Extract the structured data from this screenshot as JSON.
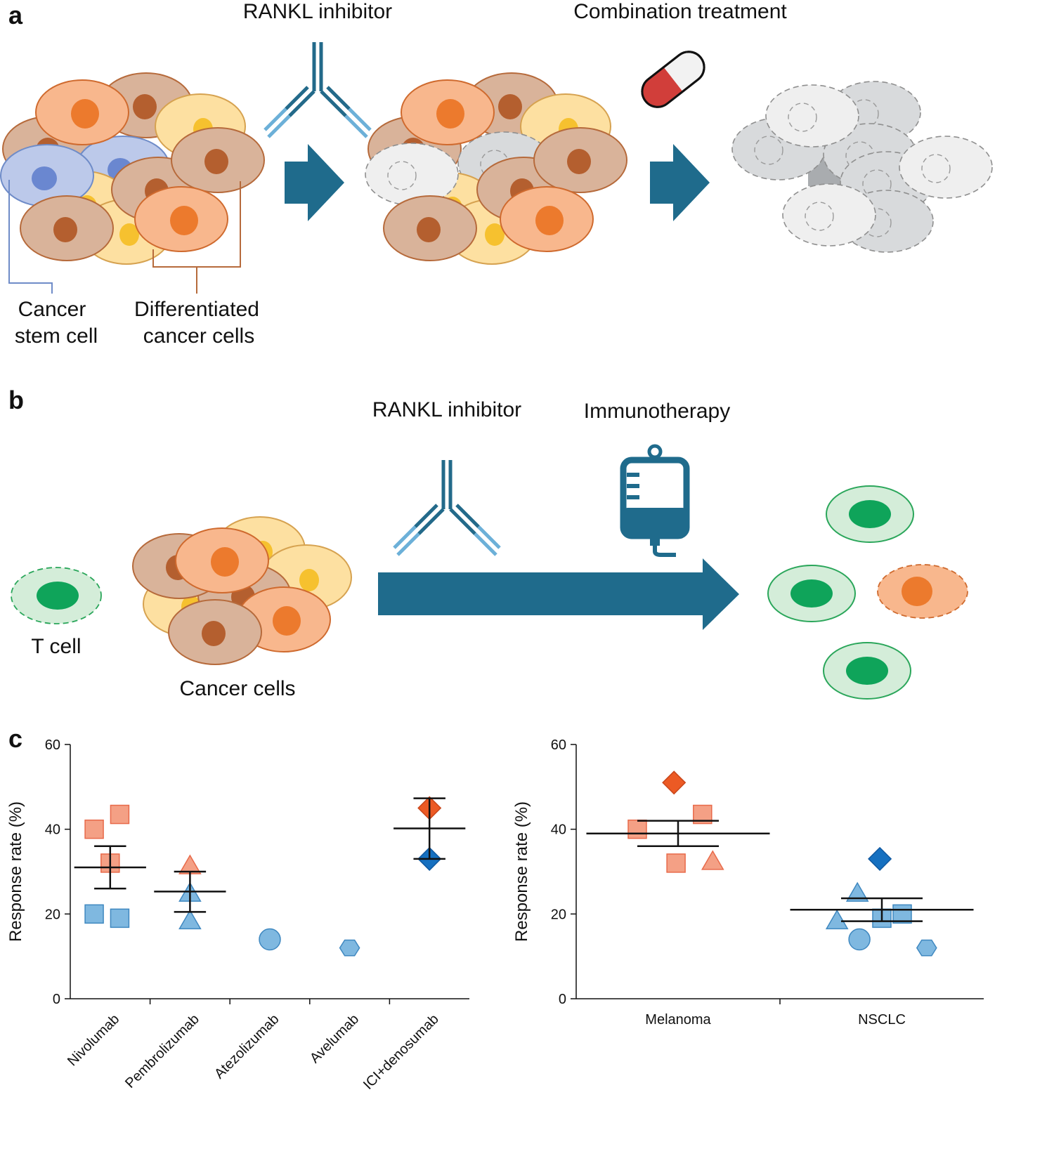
{
  "panel_a": {
    "letter": "a",
    "title_inhibitor": "RANKL inhibitor",
    "title_combo": "Combination treatment",
    "label_stem_line1": "Cancer",
    "label_stem_line2": "stem cell",
    "label_diff_line1": "Differentiated",
    "label_diff_line2": "cancer cells"
  },
  "panel_b": {
    "letter": "b",
    "title_inhibitor": "RANKL inhibitor",
    "title_immuno": "Immunotherapy",
    "label_tcell": "T cell",
    "label_cancer": "Cancer cells"
  },
  "panel_c": {
    "letter": "c"
  },
  "colors": {
    "arrow": "#1f6b8c",
    "antibody_dark": "#236a8a",
    "antibody_light": "#6cb0d8",
    "orange_series": "#f4a085",
    "blue_series": "#7fb8e0",
    "icidenosumab_orange": "#ec5a24",
    "icidenosumab_blue": "#1670c0"
  },
  "chart_data": [
    {
      "type": "scatter",
      "ylabel": "Response rate (%)",
      "ylim": [
        0,
        60
      ],
      "yticks": [
        0,
        20,
        40,
        60
      ],
      "categories": [
        "Nivolumab",
        "Pembrolizumab",
        "Atezolizumab",
        "Avelumab",
        "ICI+denosumab"
      ],
      "points": [
        {
          "category": "Nivolumab",
          "value": 40,
          "marker": "square",
          "color": "orange"
        },
        {
          "category": "Nivolumab",
          "value": 43.5,
          "marker": "square",
          "color": "orange"
        },
        {
          "category": "Nivolumab",
          "value": 32,
          "marker": "square",
          "color": "orange"
        },
        {
          "category": "Nivolumab",
          "value": 20,
          "marker": "square",
          "color": "blue"
        },
        {
          "category": "Nivolumab",
          "value": 19,
          "marker": "square",
          "color": "blue"
        },
        {
          "category": "Pembrolizumab",
          "value": 31.5,
          "marker": "triangle",
          "color": "orange"
        },
        {
          "category": "Pembrolizumab",
          "value": 25,
          "marker": "triangle",
          "color": "blue"
        },
        {
          "category": "Pembrolizumab",
          "value": 18.5,
          "marker": "triangle",
          "color": "blue"
        },
        {
          "category": "Atezolizumab",
          "value": 14,
          "marker": "circle",
          "color": "blue"
        },
        {
          "category": "Avelumab",
          "value": 12,
          "marker": "hexagon",
          "color": "blue"
        },
        {
          "category": "ICI+denosumab",
          "value": 45,
          "marker": "diamond",
          "color": "dark-orange"
        },
        {
          "category": "ICI+denosumab",
          "value": 33,
          "marker": "diamond",
          "color": "dark-blue"
        }
      ],
      "summary": [
        {
          "category": "Nivolumab",
          "mean": 31,
          "low": 26,
          "high": 36
        },
        {
          "category": "Pembrolizumab",
          "mean": 25.3,
          "low": 20.5,
          "high": 30
        },
        {
          "category": "ICI+denosumab",
          "mean": 40.2,
          "low": 33,
          "high": 47.3
        }
      ]
    },
    {
      "type": "scatter",
      "ylabel": "Response rate (%)",
      "ylim": [
        0,
        60
      ],
      "yticks": [
        0,
        20,
        40,
        60
      ],
      "categories": [
        "Melanoma",
        "NSCLC"
      ],
      "points": [
        {
          "category": "Melanoma",
          "offset": -0.2,
          "value": 40,
          "marker": "square",
          "color": "orange"
        },
        {
          "category": "Melanoma",
          "offset": -0.02,
          "value": 51,
          "marker": "diamond",
          "color": "dark-orange"
        },
        {
          "category": "Melanoma",
          "offset": 0.12,
          "value": 43.5,
          "marker": "square",
          "color": "orange"
        },
        {
          "category": "Melanoma",
          "offset": 0.17,
          "value": 32.5,
          "marker": "triangle",
          "color": "orange"
        },
        {
          "category": "Melanoma",
          "offset": -0.01,
          "value": 32,
          "marker": "square",
          "color": "orange"
        },
        {
          "category": "NSCLC",
          "offset": -0.22,
          "value": 18.5,
          "marker": "triangle",
          "color": "blue"
        },
        {
          "category": "NSCLC",
          "offset": -0.12,
          "value": 25,
          "marker": "triangle",
          "color": "blue"
        },
        {
          "category": "NSCLC",
          "offset": -0.11,
          "value": 14,
          "marker": "circle",
          "color": "blue"
        },
        {
          "category": "NSCLC",
          "offset": 0.0,
          "value": 19,
          "marker": "square",
          "color": "blue"
        },
        {
          "category": "NSCLC",
          "offset": 0.1,
          "value": 20,
          "marker": "square",
          "color": "blue"
        },
        {
          "category": "NSCLC",
          "offset": -0.01,
          "value": 33,
          "marker": "diamond",
          "color": "dark-blue"
        },
        {
          "category": "NSCLC",
          "offset": 0.22,
          "value": 12,
          "marker": "hexagon",
          "color": "blue"
        }
      ],
      "summary": [
        {
          "category": "Melanoma",
          "mean": 39,
          "low": 36,
          "high": 42
        },
        {
          "category": "NSCLC",
          "mean": 21,
          "low": 18.3,
          "high": 23.7
        }
      ]
    }
  ]
}
